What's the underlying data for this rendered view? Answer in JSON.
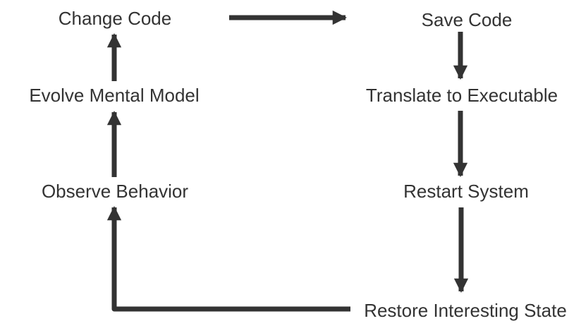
{
  "diagram": {
    "background": "#ffffff",
    "ink": "#333333",
    "nodes": {
      "change_code": "Change Code",
      "save_code": "Save Code",
      "evolve_mental_model": "Evolve Mental Model",
      "translate_to_executable": "Translate to Executable",
      "observe_behavior": "Observe Behavior",
      "restart_system": "Restart System",
      "restore_interesting_state": "Restore Interesting State"
    },
    "edges": [
      {
        "from": "Change Code",
        "to": "Save Code",
        "shape": "straight-right"
      },
      {
        "from": "Save Code",
        "to": "Translate to Executable",
        "shape": "straight-down"
      },
      {
        "from": "Translate to Executable",
        "to": "Restart System",
        "shape": "straight-down"
      },
      {
        "from": "Restart System",
        "to": "Restore Interesting State",
        "shape": "straight-down"
      },
      {
        "from": "Restore Interesting State",
        "to": "Observe Behavior",
        "shape": "elbow-left-then-up"
      },
      {
        "from": "Observe Behavior",
        "to": "Evolve Mental Model",
        "shape": "straight-up"
      },
      {
        "from": "Evolve Mental Model",
        "to": "Change Code",
        "shape": "straight-up"
      }
    ]
  }
}
